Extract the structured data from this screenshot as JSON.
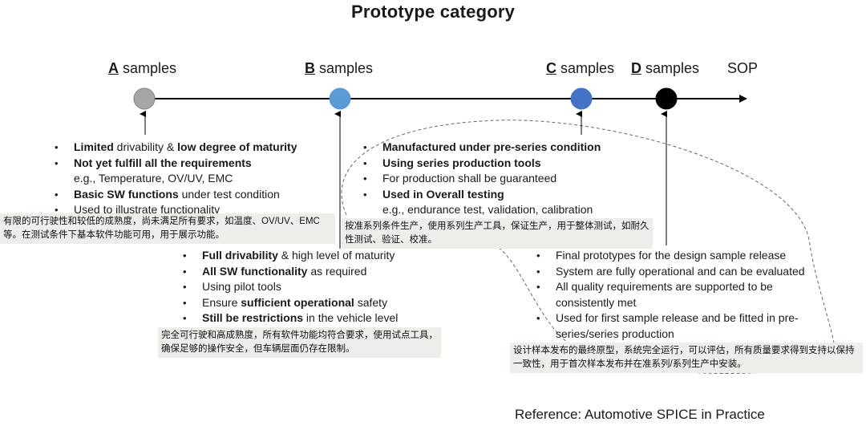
{
  "title": "Prototype category",
  "stages": {
    "a": {
      "letter": "A",
      "rest": " samples",
      "color": "#a6a6a6"
    },
    "b": {
      "letter": "B",
      "rest": " samples",
      "color": "#5b9bd5"
    },
    "c": {
      "letter": "C",
      "rest": " samples",
      "color": "#4472c4"
    },
    "d": {
      "letter": "D",
      "rest": " samples",
      "color": "#000000"
    },
    "sop": "SOP"
  },
  "a_items": [
    {
      "bold1": "Limited",
      "text1": " drivability & ",
      "bold2": "low degree of maturity",
      "text2": ""
    },
    {
      "bold1": "Not yet fulfill all the requirements",
      "text1": "",
      "bold2": "",
      "text2": ""
    },
    {
      "sub": "e.g., Temperature, OV/UV, EMC"
    },
    {
      "bold1": "Basic SW functions",
      "text1": " under test condition",
      "bold2": "",
      "text2": ""
    },
    {
      "bold1": "",
      "text1": "Used to illustrate functionality",
      "bold2": "",
      "text2": ""
    }
  ],
  "a_note": "有限的可行驶性和较低的成熟度，尚未满足所有要求，如温度、OV/UV、EMC等。在测试条件下基本软件功能可用，用于展示功能。",
  "b_items": [
    {
      "bold1": "Full drivability",
      "text1": " & high level of maturity",
      "bold2": "",
      "text2": ""
    },
    {
      "bold1": "All SW functionality",
      "text1": " as required",
      "bold2": "",
      "text2": ""
    },
    {
      "bold1": "",
      "text1": "Using pilot tools",
      "bold2": "",
      "text2": ""
    },
    {
      "bold1": "",
      "text1": "Ensure ",
      "bold2": "sufficient operational",
      "text2": " safety"
    },
    {
      "bold1": "Still be restrictions",
      "text1": " in the vehicle level",
      "bold2": "",
      "text2": ""
    }
  ],
  "b_note": "完全可行驶和高成熟度，所有软件功能均符合要求，使用试点工具，确保足够的操作安全，但车辆层面仍存在限制。",
  "c_items": [
    {
      "bold1": "Manufactured under pre-series condition",
      "text1": "",
      "bold2": "",
      "text2": ""
    },
    {
      "bold1": "Using series production tools",
      "text1": "",
      "bold2": "",
      "text2": ""
    },
    {
      "bold1": "",
      "text1": "For production shall be guaranteed",
      "bold2": "",
      "text2": ""
    },
    {
      "bold1": "Used in Overall testing",
      "text1": "",
      "bold2": "",
      "text2": ""
    },
    {
      "sub": "e.g., endurance test, validation, calibration"
    }
  ],
  "c_note": "按准系列条件生产，使用系列生产工具，保证生产，用于整体测试，如耐久性测试、验证、校准。",
  "d_items": [
    {
      "bold1": "",
      "text1": "Final prototypes for the design sample release",
      "bold2": "",
      "text2": ""
    },
    {
      "bold1": "",
      "text1": "System are fully operational and can be evaluated",
      "bold2": "",
      "text2": ""
    },
    {
      "bold1": "",
      "text1": "All quality requirements are supported to be consistently met",
      "bold2": "",
      "text2": ""
    },
    {
      "bold1": "",
      "text1": "Used for first sample release and be fitted in pre-series/series production",
      "bold2": "",
      "text2": ""
    }
  ],
  "d_note": "设计样本发布的最终原型，系统完全运行，可以评估，所有质量要求得到支持以保持一致性，用于首次样本发布并在准系列/系列生产中安装。",
  "reference": "Reference: Automotive SPICE in Practice"
}
